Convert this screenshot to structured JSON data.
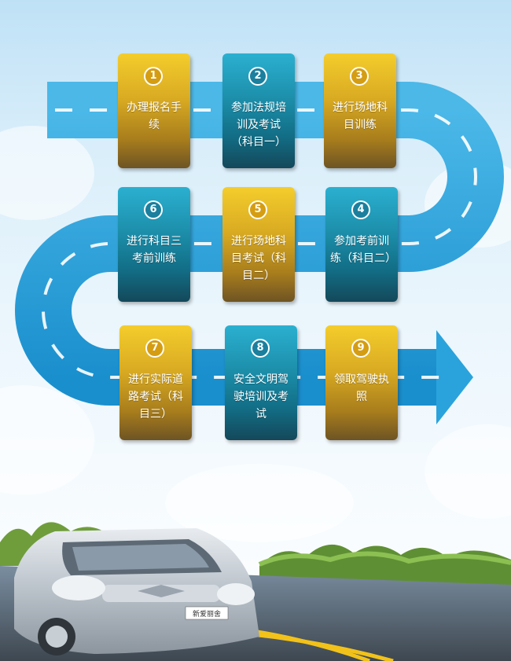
{
  "steps": [
    {
      "num": "1",
      "label": "办理报名手续",
      "color": "gold"
    },
    {
      "num": "2",
      "label": "参加法规培训及考试（科目一）",
      "color": "teal"
    },
    {
      "num": "3",
      "label": "进行场地科目训练",
      "color": "gold"
    },
    {
      "num": "4",
      "label": "参加考前训练（科目二）",
      "color": "teal"
    },
    {
      "num": "5",
      "label": "进行场地科目考试（科目二）",
      "color": "gold"
    },
    {
      "num": "6",
      "label": "进行科目三考前训练",
      "color": "teal"
    },
    {
      "num": "7",
      "label": "进行实际道路考试（科目三）",
      "color": "gold"
    },
    {
      "num": "8",
      "label": "安全文明驾驶培训及考试",
      "color": "teal"
    },
    {
      "num": "9",
      "label": "领取驾驶执照",
      "color": "gold"
    }
  ],
  "car_badge": "新爱丽舍",
  "colors": {
    "gold": "#e0b21f",
    "teal": "#1b8fad",
    "road": "#2aa3dc",
    "sky": "#c8e6f8"
  }
}
